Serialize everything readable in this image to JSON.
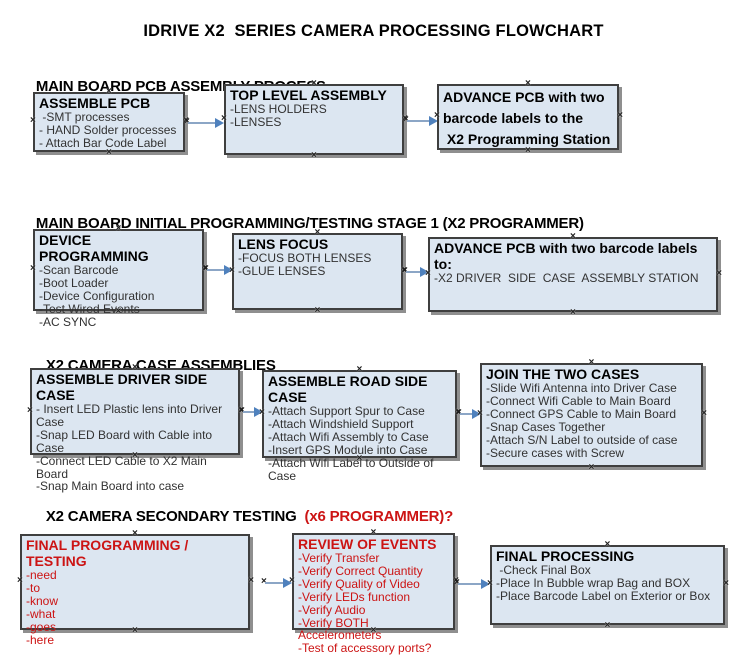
{
  "title": "IDRIVE X2  SERIES CAMERA PROCESSING FLOWCHART",
  "icons": {
    "connector_handle": "×"
  },
  "colors": {
    "box_fill": "#dce6f1",
    "box_border": "#3f3f3f",
    "shadow": "#8f8f8f",
    "arrow_line": "#8ca6c6",
    "arrow_head": "#4f81bd",
    "red_text": "#cc1414",
    "title_text": "#000000",
    "item_text": "#323232"
  },
  "sections": [
    {
      "heading": "MAIN BOARD PCB ASSEMBLY PROCESS",
      "heading_suffix": "",
      "boxes": [
        {
          "title": "ASSEMBLE PCB",
          "items": [
            " -SMT processes",
            "- HAND Solder processes",
            "- Attach Bar Code Label"
          ]
        },
        {
          "title": "TOP LEVEL ASSEMBLY",
          "items": [
            "-LENS HOLDERS",
            "-LENSES"
          ]
        },
        {
          "title": "ADVANCE PCB with two\nbarcode labels to the\n X2 Programming Station",
          "items": []
        }
      ]
    },
    {
      "heading": "MAIN BOARD INITIAL PROGRAMMING/TESTING STAGE 1 (X2 PROGRAMMER)",
      "heading_suffix": "",
      "boxes": [
        {
          "title": "DEVICE PROGRAMMING",
          "items": [
            "-Scan Barcode",
            "-Boot Loader",
            "-Device Configuration",
            "-Test Wired Events",
            "-AC SYNC"
          ]
        },
        {
          "title": "LENS FOCUS",
          "items": [
            "-FOCUS BOTH LENSES",
            "-GLUE LENSES"
          ]
        },
        {
          "title": "ADVANCE PCB with two barcode labels to:",
          "items": [
            "-X2 DRIVER  SIDE  CASE  ASSEMBLY STATION"
          ]
        }
      ]
    },
    {
      "heading": "X2 CAMERA CASE ASSEMBLIES",
      "heading_suffix": "",
      "boxes": [
        {
          "title": "ASSEMBLE DRIVER SIDE CASE",
          "items": [
            "- Insert LED Plastic lens into Driver Case",
            "-Snap LED Board with Cable into Case",
            "-Connect LED Cable to X2 Main Board",
            "-Snap Main Board into case"
          ]
        },
        {
          "title": "ASSEMBLE ROAD SIDE CASE",
          "items": [
            "-Attach Support Spur to Case",
            "-Attach Windshield Support",
            "-Attach Wifi Assembly to Case",
            "-Insert GPS Module into Case",
            "-Attach Wifi Label to Outside of Case"
          ]
        },
        {
          "title": "JOIN THE TWO CASES",
          "items": [
            "-Slide Wifi Antenna into Driver Case",
            "-Connect Wifi Cable to Main Board",
            "-Connect GPS Cable to Main Board",
            "-Snap Cases Together",
            "-Attach S/N Label to outside of case",
            "-Secure cases with Screw"
          ]
        }
      ]
    },
    {
      "heading": "X2 CAMERA SECONDARY TESTING ",
      "heading_suffix": " (x6 PROGRAMMER)?",
      "boxes": [
        {
          "title": "FINAL PROGRAMMING / TESTING",
          "items": [
            "-need",
            "-to",
            "-know",
            "-what",
            "-goes",
            "-here"
          ]
        },
        {
          "title": "REVIEW OF EVENTS",
          "items": [
            "-Verify Transfer",
            "-Verify Correct Quantity",
            "-Verify Quality of Video",
            "-Verify LEDs function",
            "-Verify Audio",
            "-Verify BOTH Accelerometers",
            "-Test of accessory ports?"
          ]
        },
        {
          "title": "FINAL PROCESSING",
          "items": [
            " -Check Final Box",
            "-Place In Bubble wrap Bag and BOX",
            "-Place Barcode Label on Exterior or Box"
          ]
        }
      ]
    }
  ]
}
